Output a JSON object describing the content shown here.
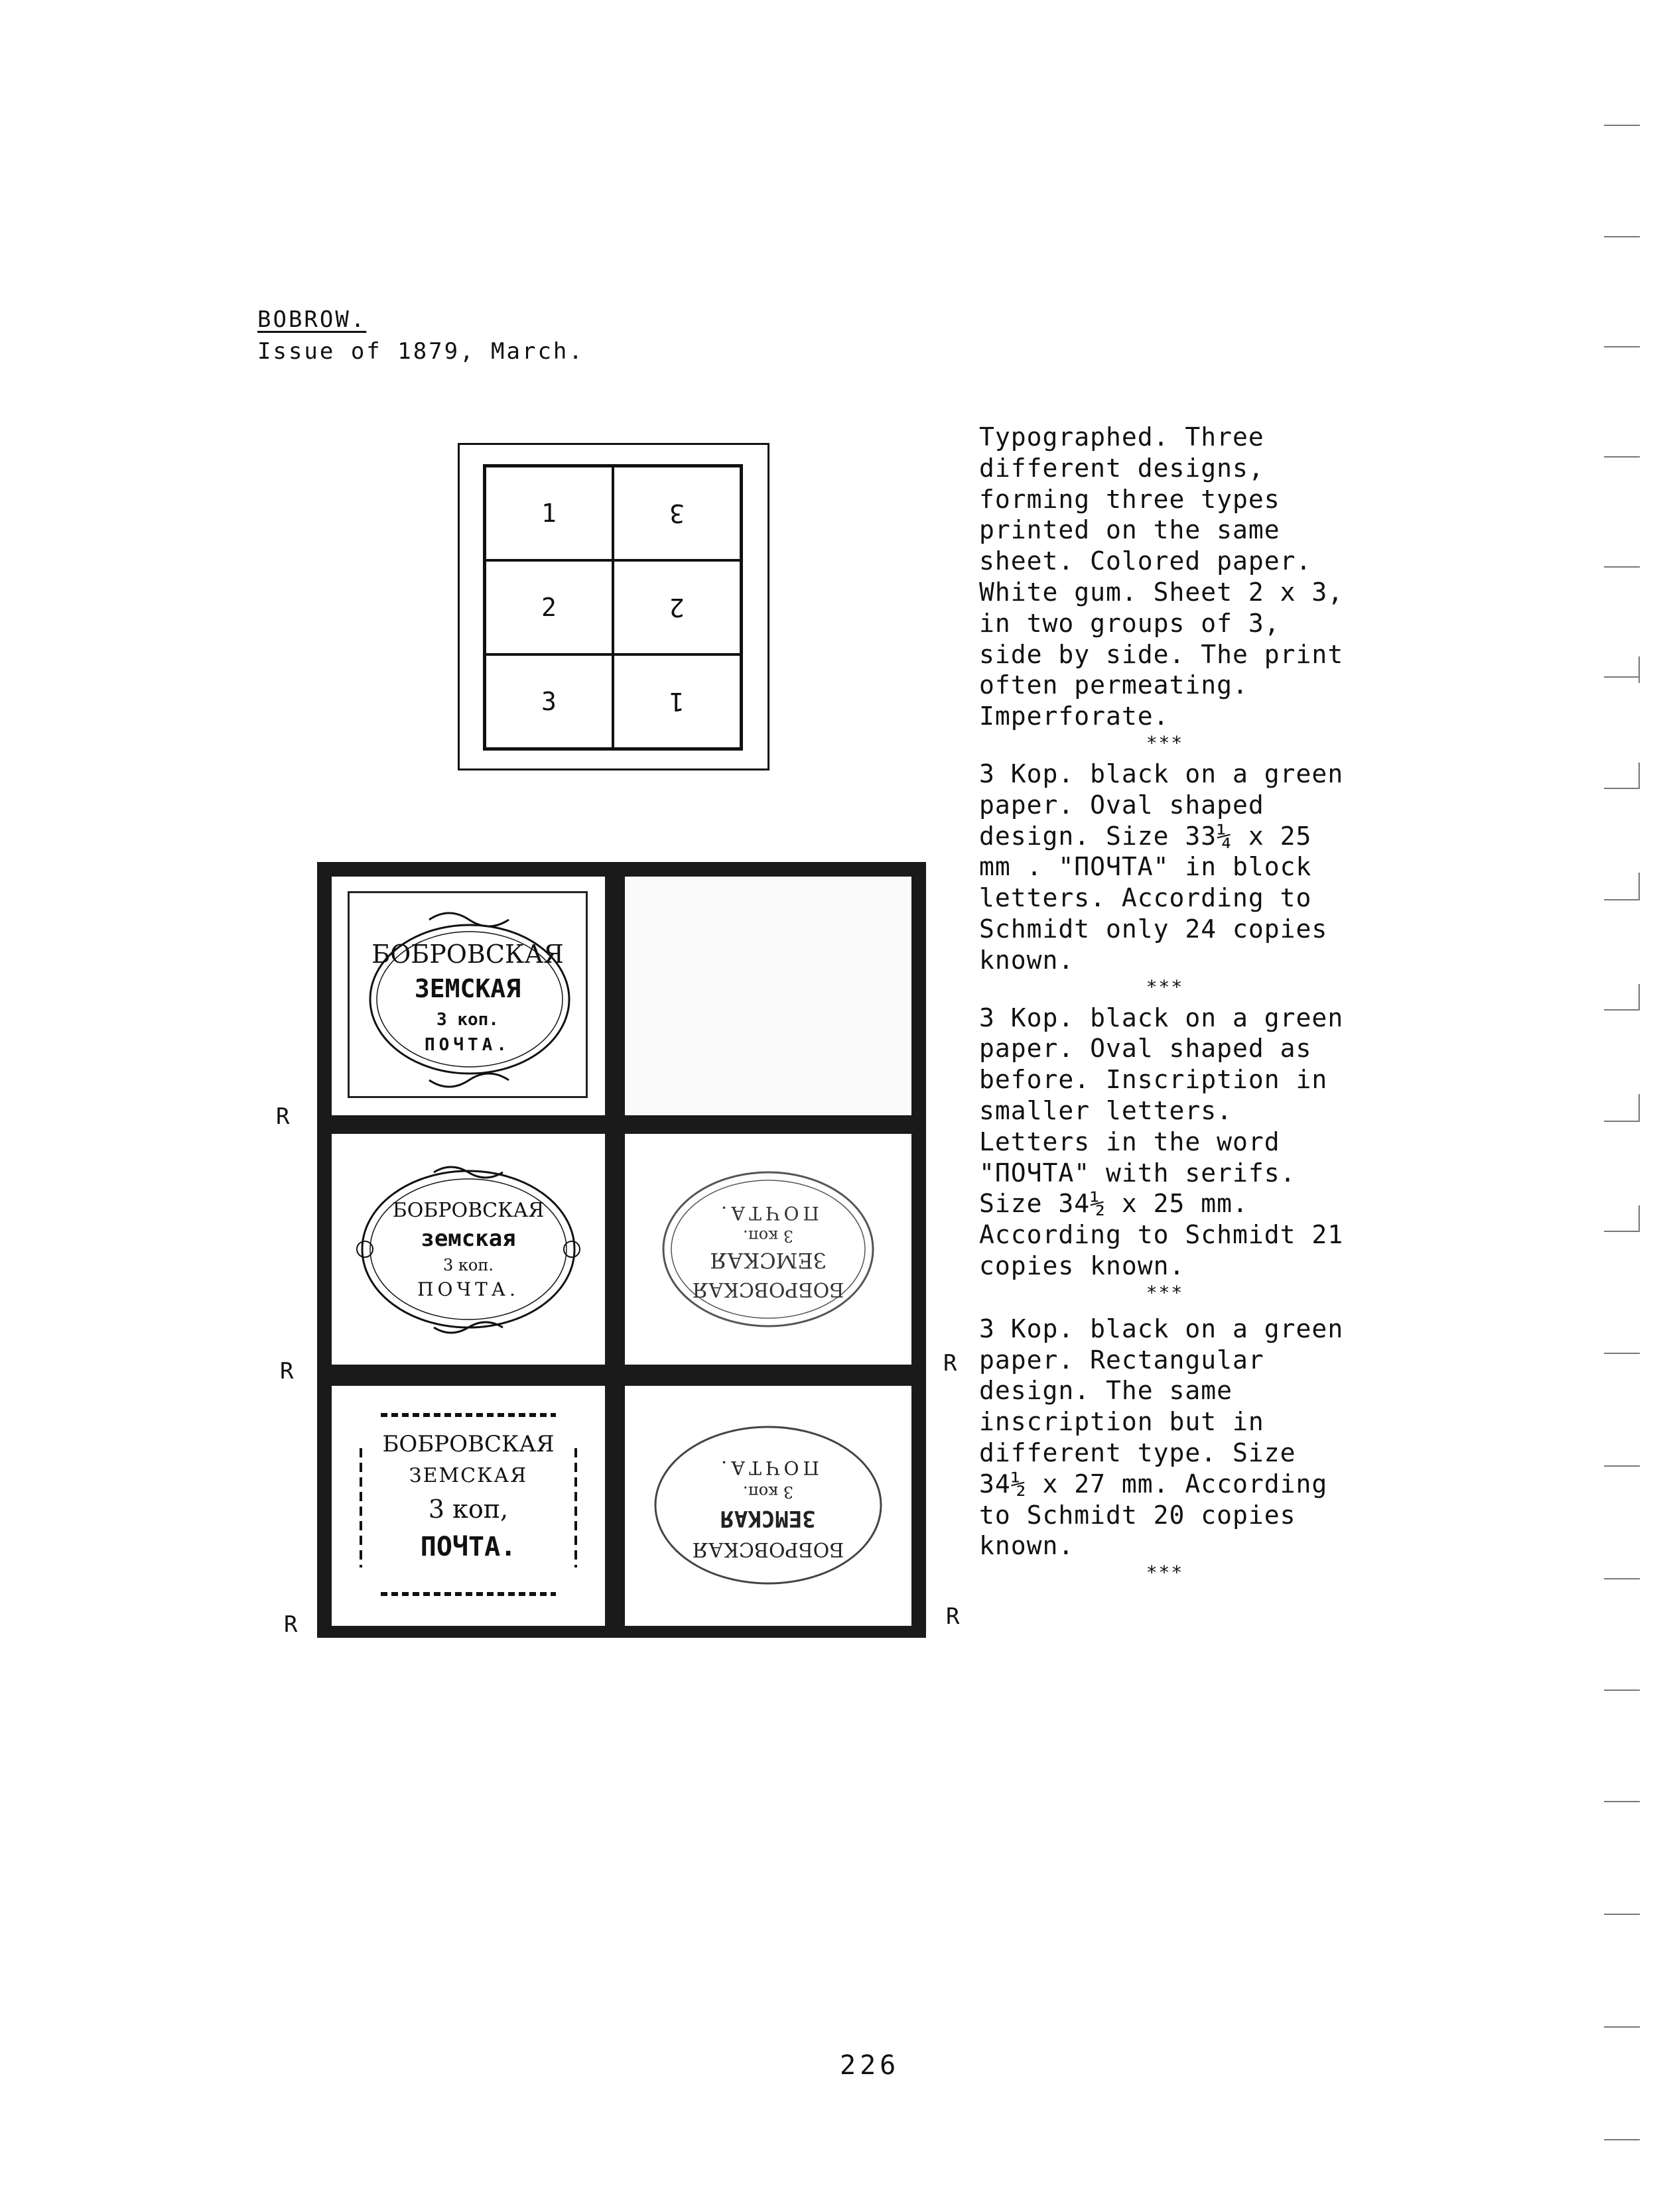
{
  "header": {
    "title": "BOBROW.",
    "subtitle": "Issue of 1879, March."
  },
  "sheet_diagram": {
    "cells": [
      {
        "label": "1",
        "inverted": false
      },
      {
        "label": "3",
        "inverted": true
      },
      {
        "label": "2",
        "inverted": false
      },
      {
        "label": "2",
        "inverted": true
      },
      {
        "label": "3",
        "inverted": false
      },
      {
        "label": "1",
        "inverted": true
      }
    ]
  },
  "stamps": {
    "type1": {
      "lines": [
        "БОБРОВСКАЯ",
        "ЗЕМСКАЯ",
        "3 коп.",
        "ПОЧТА."
      ]
    },
    "type2": {
      "lines": [
        "БОБРОВСКАЯ",
        "земская",
        "3 коп.",
        "ПОЧТА."
      ]
    },
    "type2_inverted": {
      "lines": [
        "БОБРОВСКАЯ",
        "ЗЕМСКАЯ",
        "3 коп.",
        "ПОЧТА."
      ]
    },
    "type3": {
      "lines": [
        "БОБРОВСКАЯ",
        "ЗЕМСКАЯ",
        "3 коп,",
        "ПОЧТА."
      ]
    },
    "type3_inverted": {
      "lines": [
        "БОБРОВСКАЯ",
        "ЗЕМСКАЯ",
        "3 коп.",
        "ПОЧТА."
      ]
    },
    "r_marker": "R"
  },
  "description": {
    "intro": "Typographed. Three different designs, forming three types printed on the same sheet. Colored paper. White gum. Sheet 2 x 3, in two groups of 3, side by side. The print often permeating. Imperforate.",
    "separator": "***",
    "type1": "3 Kop. black on a green paper. Oval shaped design. Size 33¼ x 25 mm . \"ПОЧТА\" in block letters. According to Schmidt only 24 copies known.",
    "type2": "3 Kop. black on a green paper. Oval shaped as before. Inscription in smaller letters. Letters in the word \"ПОЧТА\" with serifs. Size 34½ x 25 mm. According to Schmidt 21 copies known.",
    "type3": "3 Kop. black on a green paper. Rectangular design. The same inscription but in different type. Size 34½ x 27 mm. According to Schmidt 20 copies known."
  },
  "page_number": "226"
}
